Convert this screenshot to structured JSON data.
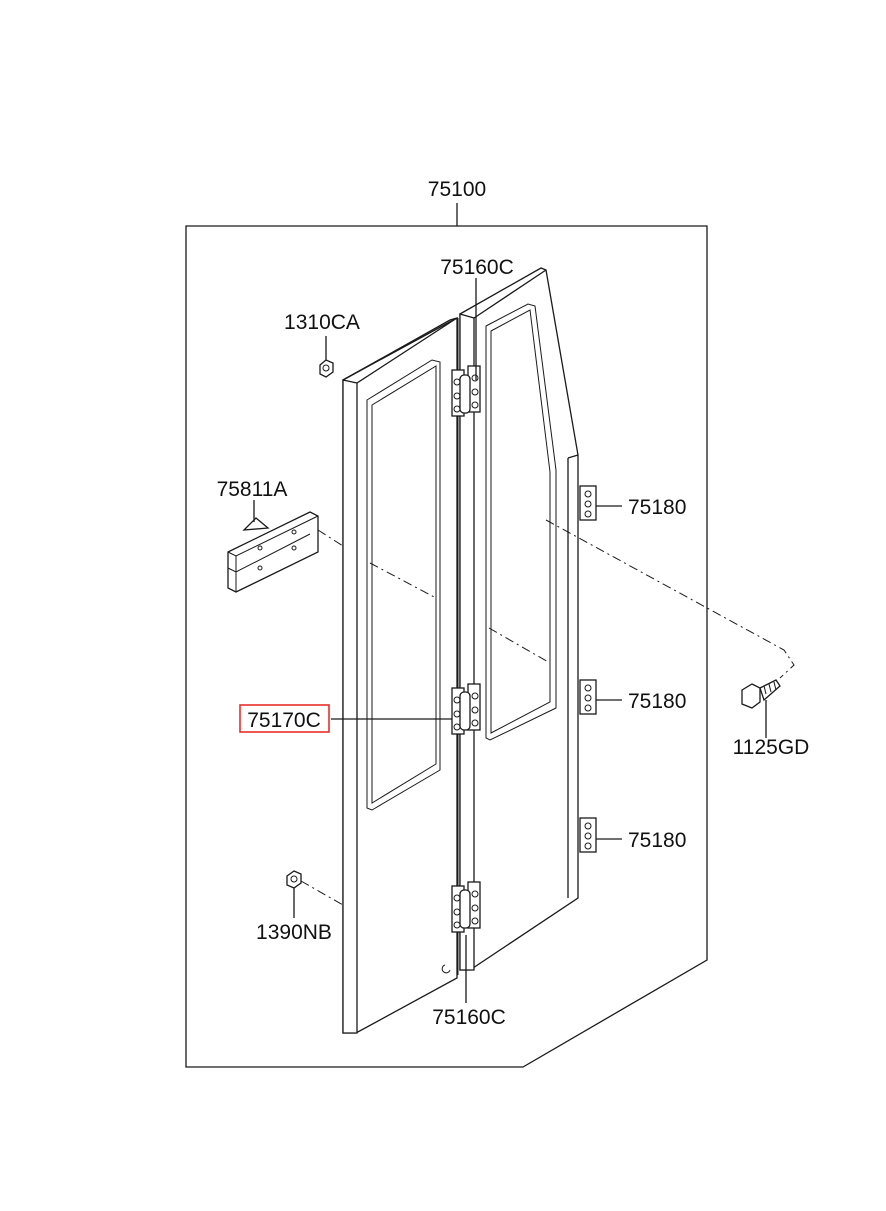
{
  "labels": {
    "assembly": "75100",
    "hinge_top": "75160C",
    "hinge_bottom": "75160C",
    "nut_top": "1310CA",
    "bracket": "75811A",
    "hinge_mid": "75170C",
    "strap_1": "75180",
    "strap_2": "75180",
    "strap_3": "75180",
    "bolt": "1125GD",
    "nut_bottom": "1390NB"
  },
  "colors": {
    "highlight": "#e8302a",
    "line": "#1a1a1a"
  }
}
